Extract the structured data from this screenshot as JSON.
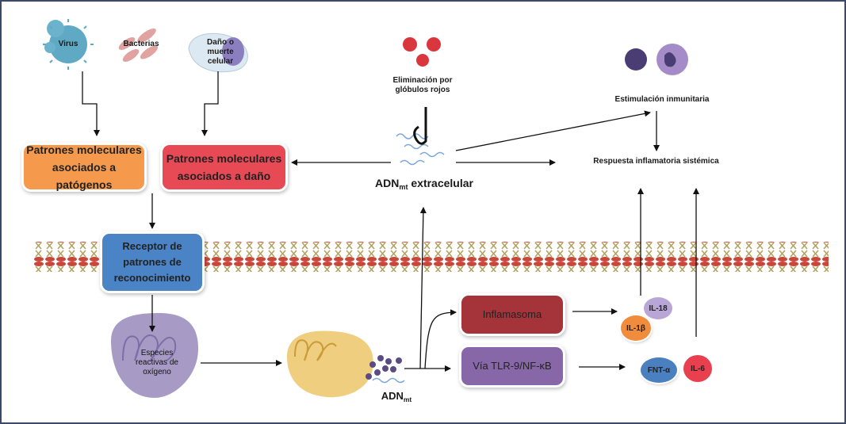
{
  "sources": {
    "virus": "Virus",
    "bacteria": "Bacterias",
    "cell_damage": "Daño o muerte celular"
  },
  "boxes": {
    "pamp": "Patrones moleculares asociados a patógenos",
    "damp": "Patrones moleculares asociados a daño",
    "prr": "Receptor de patrones de reconocimiento",
    "inflammasome": "Inflamasoma",
    "tlr9": "Vía TLR-9/NF-κB"
  },
  "labels": {
    "rbc_clearance": "Eliminación por glóbulos rojos",
    "extracellular_prefix": "ADN",
    "extracellular_sub": "mt",
    "extracellular_suffix": " extracelular",
    "mtdna_prefix": "ADN",
    "mtdna_sub": "mt",
    "ros": "Especies reactivas de oxígeno",
    "immune_stimulation": "Estimulación inmunitaria",
    "systemic_response": "Respuesta inflamatoria sistémica"
  },
  "cytokines": {
    "il18": "IL-18",
    "il1b": "IL-1β",
    "tnfa": "FNT-α",
    "il6": "IL-6"
  },
  "colors": {
    "pamp": "#f59a4d",
    "damp": "#e84a55",
    "prr": "#4a84c6",
    "inflammasome": "#a5343a",
    "tlr9": "#8767a8",
    "il18": "#b9a6d6",
    "il1b": "#f08c3c",
    "tnfa": "#4a7fc0",
    "il6": "#e8404f",
    "frame": "#3b4a6b"
  }
}
